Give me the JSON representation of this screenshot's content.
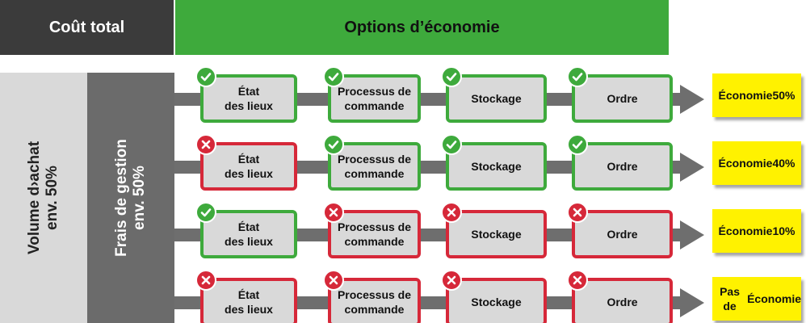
{
  "header": {
    "total": "Coût total",
    "options": "Options d’économie"
  },
  "columns": {
    "volume": [
      "Volume d›achat",
      "env. 50%"
    ],
    "frais": [
      "Frais de gestion",
      "env. 50%"
    ]
  },
  "steps": [
    [
      "État",
      "des lieux"
    ],
    [
      "Processus de",
      "commande"
    ],
    [
      "Stockage"
    ],
    [
      "Ordre"
    ]
  ],
  "rows": [
    {
      "status": [
        "ok",
        "ok",
        "ok",
        "ok"
      ],
      "result": [
        "Économie",
        "50%"
      ]
    },
    {
      "status": [
        "no",
        "ok",
        "ok",
        "ok"
      ],
      "result": [
        "Économie",
        "40%"
      ]
    },
    {
      "status": [
        "ok",
        "no",
        "no",
        "no"
      ],
      "result": [
        "Économie",
        "10%"
      ]
    },
    {
      "status": [
        "no",
        "no",
        "no",
        "no"
      ],
      "result": [
        "Pas de",
        "Économie"
      ]
    }
  ],
  "colors": {
    "green": "#3eaa3c",
    "red": "#d62839",
    "yellow": "#fff200",
    "dark": "#3b3b3b"
  },
  "icons": {
    "ok": "check-icon",
    "no": "cross-icon"
  }
}
